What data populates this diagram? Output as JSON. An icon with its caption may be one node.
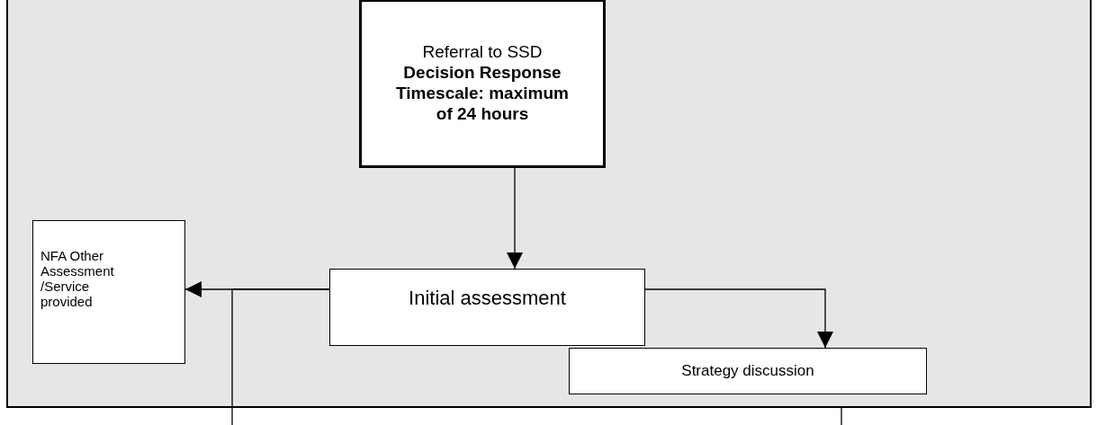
{
  "diagram": {
    "nodes": [
      {
        "text": [],
        "shape": "box"
      },
      {
        "text": [
          "Referral to SSD",
          "Decision Response Timescale: maximum of 24 hours"
        ],
        "in": 0
      },
      {
        "text": [
          "Initial assessment"
        ],
        "in": 0
      },
      {
        "text": [
          "NFA Other Assessment /Service provided"
        ],
        "in": 0
      },
      {
        "text": [
          "Strategy discussion"
        ],
        "in": 0
      }
    ],
    "edges": [
      {
        "from": 1,
        "to": 2,
        "arrow": "to"
      },
      {
        "from": 2,
        "to": 3,
        "arrow": "to"
      },
      {
        "from": 2,
        "to": 4,
        "arrow": "to"
      },
      {
        "from": 2,
        "to": null,
        "arrow": "none"
      },
      {
        "from": 0,
        "to": null,
        "arrow": "none"
      }
    ]
  }
}
